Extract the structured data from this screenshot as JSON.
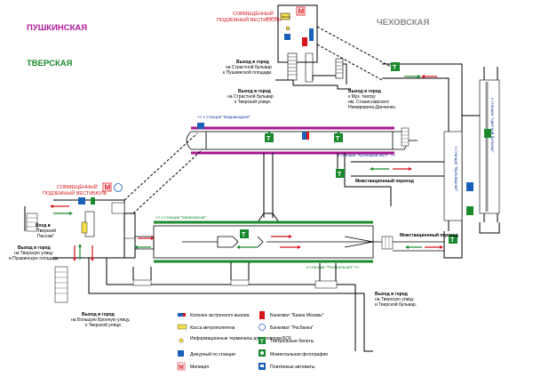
{
  "stations": {
    "pushkinskaya": "ПУШКИНСКАЯ",
    "tverskaya": "ТВЕРСКАЯ",
    "chekhovskaya": "ЧЕХОВСКАЯ"
  },
  "colors": {
    "purple_line": "#a8188e",
    "green_line": "#1b8a2e",
    "grey_line": "#9a9a9a",
    "red_text": "#d8141b",
    "blue_text": "#1a3a9e"
  },
  "labels": {
    "vestibule_top_1": "СОВМЕЩЁННЫЙ",
    "vestibule_top_2": "ПОДЗЕМНЫЙ ВЕСТИБЮЛЬ",
    "vestibule_left_1": "СОВМЕЩЁННЫЙ",
    "vestibule_left_2": "ПОДЗЕМНЫЙ ВЕСТИБЮЛЬ",
    "to_barrikadnaya": "<< к станции \"Баррикадная\"",
    "to_kuznetsky": "к станции \"Кузнецкий мост\" >>",
    "to_mayakovskaya": "<< к станции \"Маяковская\"",
    "to_teatralnaya": "к станции \"Театральная\" >>",
    "to_bulvarnaya_1": "к станции \"Бульварная\"",
    "to_bulvarnaya_2": "к станции \"Цветной бульвар\"",
    "transfer_1": "Межстанционный переход",
    "transfer_2": "Межстанционный переход",
    "entrance_label_1": "Вход в",
    "entrance_label_2": "\"Тверской",
    "entrance_label_3": "Пассаж\"",
    "kassa": "КАССА"
  },
  "exits": {
    "e1": [
      "Выход в город",
      "на Страстной бульвар",
      "к Пушкинской площади."
    ],
    "e2": [
      "Выход в город",
      "на Страстной бульвар",
      "к Тверской улице."
    ],
    "e3": [
      "Выход в город",
      "к Муз. театру",
      "им. Станиславского",
      "Немировича-Данченко."
    ],
    "e4": [
      "Выход в город",
      "на Тверскую улицу",
      "и Пушкинскую площадь."
    ],
    "e5": [
      "Выход в город",
      "на Тверскую улицу",
      "и Тверской бульвар."
    ],
    "e6": [
      "Выход в город",
      "на Большую Бронную улицу,",
      "к Тверской улице."
    ]
  },
  "legend": {
    "emergency": "Колонка экстренного вызова",
    "kassa": "Касса метрополитена",
    "info": "Информационные терминалы для проверки БСК",
    "duty": "Дежурный по станции",
    "metro": "Милиция",
    "bank_moscow": "Банкомат \"Банка Москвы\"",
    "bank_rosbank": "Банкомат \"Росбанка\"",
    "theatre": "Театральные билеты",
    "photo": "Моментальная фотография",
    "payment": "Платёжные автоматы"
  }
}
